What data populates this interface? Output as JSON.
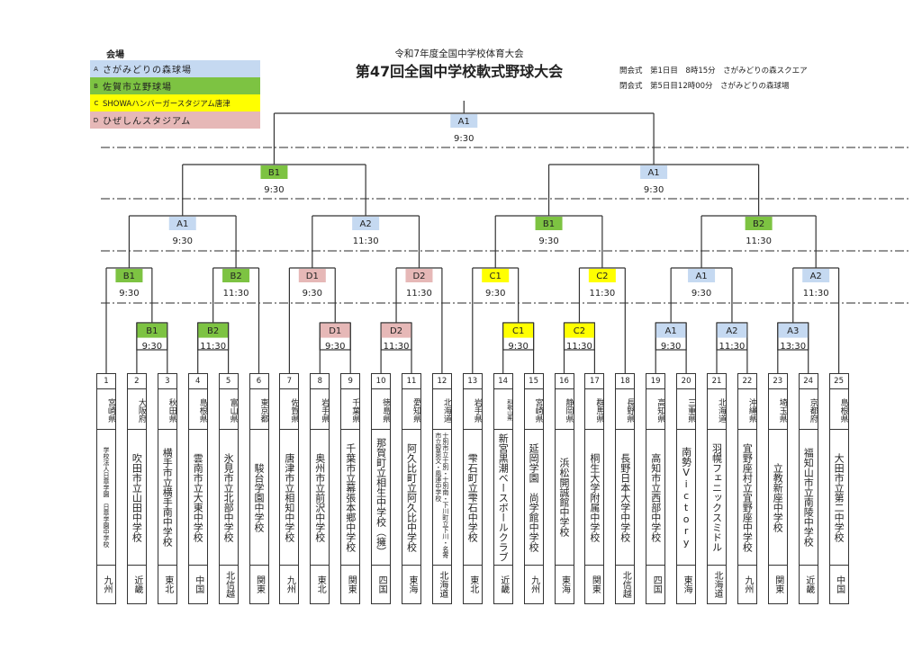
{
  "venues": {
    "title": "会場",
    "items": [
      {
        "code": "A",
        "name": "さがみどりの森球場",
        "color": "#c5d9f1"
      },
      {
        "code": "B",
        "name": "佐賀市立野球場",
        "color": "#7dc342"
      },
      {
        "code": "C",
        "name": "SHOWAハンバーガースタジアム唐津",
        "color": "#ffff00"
      },
      {
        "code": "D",
        "name": "ひぜしんスタジアム",
        "color": "#e6b8b7"
      }
    ]
  },
  "header": {
    "subtitle": "令和7年度全国中学校体育大会",
    "title": "第47回全国中学校軟式野球大会",
    "ceremonies": [
      "開会式　第1日目　8時15分　さがみどりの森スクエア",
      "閉会式　第5日目12時00分　さがみどりの森球場"
    ]
  },
  "rounds": {
    "final": [
      {
        "venue": "A1",
        "time": "9:30"
      }
    ],
    "semifinal": [
      {
        "venue": "B1",
        "time": "9:30"
      },
      {
        "venue": "A1",
        "time": "9:30"
      }
    ],
    "quarterfinal": [
      {
        "venue": "A1",
        "time": "9:30"
      },
      {
        "venue": "A2",
        "time": "11:30"
      },
      {
        "venue": "B1",
        "time": "9:30"
      },
      {
        "venue": "B2",
        "time": "11:30"
      }
    ],
    "round2": [
      {
        "venue": "B1",
        "time": "9:30"
      },
      {
        "venue": "B2",
        "time": "11:30"
      },
      {
        "venue": "D1",
        "time": "9:30"
      },
      {
        "venue": "D2",
        "time": "11:30"
      },
      {
        "venue": "C1",
        "time": "9:30"
      },
      {
        "venue": "C2",
        "time": "11:30"
      },
      {
        "venue": "A1",
        "time": "9:30"
      },
      {
        "venue": "A2",
        "time": "11:30"
      }
    ],
    "round1": [
      {
        "venue": "B1",
        "time": "9:30"
      },
      {
        "venue": "B2",
        "time": "11:30"
      },
      {
        "venue": "D1",
        "time": "9:30"
      },
      {
        "venue": "D2",
        "time": "11:30"
      },
      {
        "venue": "C1",
        "time": "9:30"
      },
      {
        "venue": "C2",
        "time": "11:30"
      },
      {
        "venue": "A1",
        "time": "9:30"
      },
      {
        "venue": "A2",
        "time": "11:30"
      },
      {
        "venue": "A3",
        "time": "13:30"
      }
    ]
  },
  "teams": [
    {
      "num": "1",
      "pref": "宮崎県",
      "school": "学校法人日章学園　日章学園中学校",
      "region": "九州"
    },
    {
      "num": "2",
      "pref": "大阪府",
      "school": "吹田市立山田中学校",
      "region": "近畿"
    },
    {
      "num": "3",
      "pref": "秋田県",
      "school": "横手市立横手南中学校",
      "region": "東北"
    },
    {
      "num": "4",
      "pref": "島根県",
      "school": "雲南市立大東中学校",
      "region": "中国"
    },
    {
      "num": "5",
      "pref": "富山県",
      "school": "氷見市立北部中学校",
      "region": "北信越"
    },
    {
      "num": "6",
      "pref": "東京都",
      "school": "駿台学園中学校",
      "region": "関東"
    },
    {
      "num": "7",
      "pref": "佐賀県",
      "school": "唐津市立相知中学校",
      "region": "九州"
    },
    {
      "num": "8",
      "pref": "岩手県",
      "school": "奥州市立前沢中学校",
      "region": "東北"
    },
    {
      "num": "9",
      "pref": "千葉県",
      "school": "千葉市立幕張本郷中学校",
      "region": "関東"
    },
    {
      "num": "10",
      "pref": "徳島県",
      "school": "那賀町立相生中学校（擁）",
      "region": "四国"
    },
    {
      "num": "11",
      "pref": "愛知県",
      "school": "阿久比町立阿久比中学校",
      "region": "東海"
    },
    {
      "num": "12",
      "pref": "北海道",
      "school": "士別市立士別・士別南・下川町立下川・名寄市立智恵文・風連中学校",
      "region": "北海道"
    },
    {
      "num": "13",
      "pref": "岩手県",
      "school": "雫石町立雫石中学校",
      "region": "東北"
    },
    {
      "num": "14",
      "pref": "和歌山県",
      "school": "新宮黒潮ベースボールクラブ",
      "region": "近畿"
    },
    {
      "num": "15",
      "pref": "宮崎県",
      "school": "延岡学園　尚学館中学校",
      "region": "九州"
    },
    {
      "num": "16",
      "pref": "静岡県",
      "school": "浜松開誠館中学校",
      "region": "東海"
    },
    {
      "num": "17",
      "pref": "群馬県",
      "school": "桐生大学附属中学校",
      "region": "関東"
    },
    {
      "num": "18",
      "pref": "長野県",
      "school": "長野日本大学中学校",
      "region": "北信越"
    },
    {
      "num": "19",
      "pref": "高知県",
      "school": "高知市立西部中学校",
      "region": "四国"
    },
    {
      "num": "20",
      "pref": "三重県",
      "school": "南勢Victory",
      "region": "東海"
    },
    {
      "num": "21",
      "pref": "北海道",
      "school": "羽幌フェニックスミドル",
      "region": "北海道"
    },
    {
      "num": "22",
      "pref": "沖縄県",
      "school": "宜野座村立宜野座中学校",
      "region": "九州"
    },
    {
      "num": "23",
      "pref": "埼玉県",
      "school": "立教新座中学校",
      "region": "関東"
    },
    {
      "num": "24",
      "pref": "京都府",
      "school": "福知山市立南陵中学校",
      "region": "近畿"
    },
    {
      "num": "25",
      "pref": "島根県",
      "school": "大田市立第二中学校",
      "region": "中国"
    }
  ]
}
